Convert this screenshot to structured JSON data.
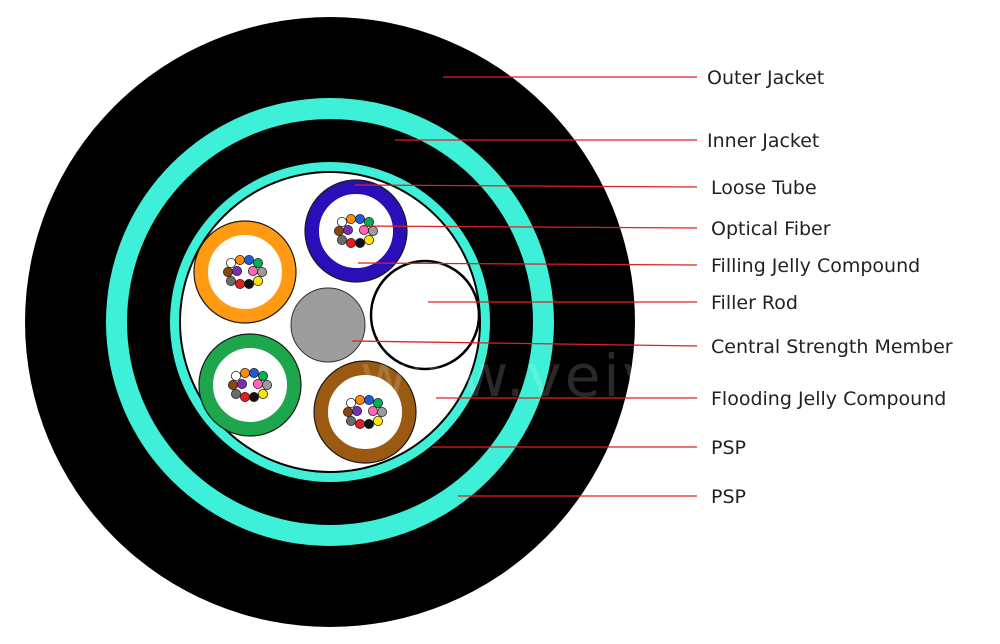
{
  "watermark": "www.veivot.com",
  "colors": {
    "jacket": "#000000",
    "armor": "#3ef0d8",
    "core_fill": "#ffffff",
    "leader": "#e02020",
    "strength_member": "#9d9d9d"
  },
  "labels": {
    "outer_jacket": "Outer Jacket",
    "inner_jacket": "Inner Jacket",
    "loose_tube": "Loose Tube",
    "optical_fiber": "Optical Fiber",
    "filling_jelly": "Filling Jelly Compound",
    "filler_rod": "Filler Rod",
    "central_strength": "Central Strength Member",
    "flooding_jelly": "Flooding Jelly Compound",
    "psp_inner": "PSP",
    "psp_outer": "PSP"
  },
  "tube_colors": [
    "#2a0fb8",
    "#ff9a12",
    "#1ea64d",
    "#9b5a12"
  ],
  "fiber_colors": [
    "#ffffff",
    "#ff8a00",
    "#1e5bd8",
    "#00b050",
    "#8b4513",
    "#9b9b9b",
    "#6b6b6b",
    "#e02020",
    "#111111",
    "#ffe600",
    "#7a2fb0",
    "#ff66b3"
  ]
}
